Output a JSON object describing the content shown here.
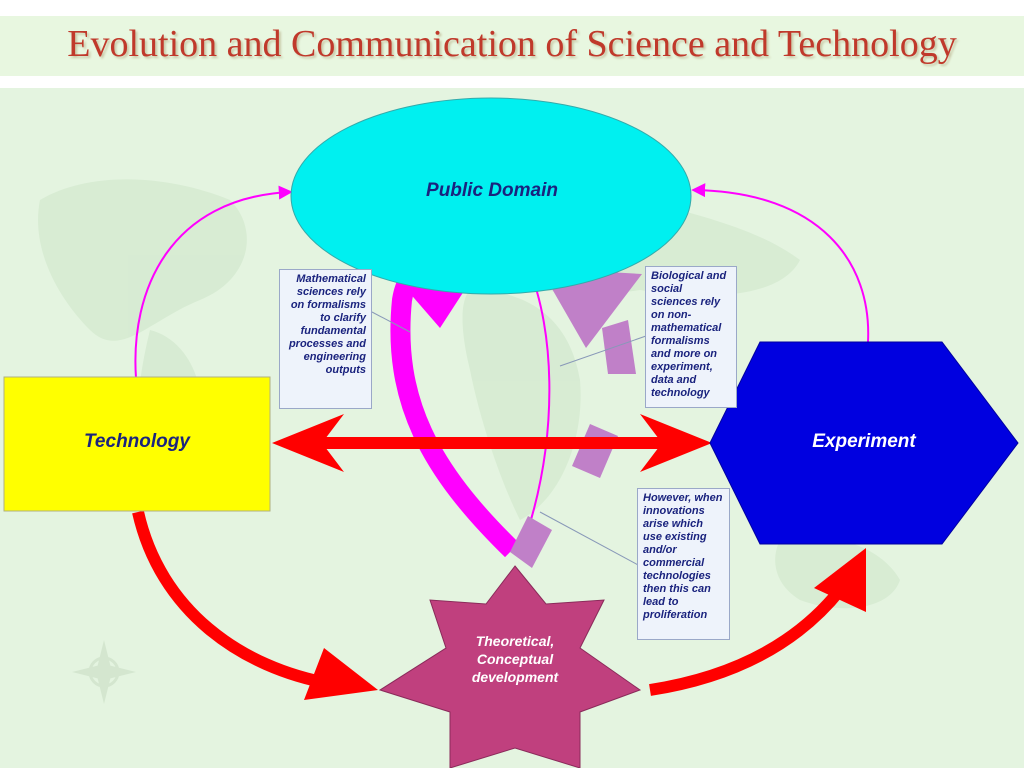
{
  "slide": {
    "title": "Evolution and Communication of Science and Technology"
  },
  "nodes": {
    "public_domain": "Public Domain",
    "technology": "Technology",
    "experiment": "Experiment",
    "theory": "Theoretical, Conceptual development"
  },
  "notes": {
    "mathematical": "Mathematical sciences rely on formalisms to clarify fundamental processes and engineering outputs",
    "biological": "Biological and social sciences rely on non-mathematical formalisms and more on experiment, data and technology",
    "innovations": "However, when innovations arise which use existing and/or commercial technologies then this can lead to proliferation"
  },
  "colors": {
    "public_domain": "#00f0f0",
    "technology": "#ffff00",
    "experiment": "#0000e0",
    "theory": "#c0407e",
    "arrow_red": "#ff0000",
    "arrow_magenta": "#ff00ff",
    "arrow_violet": "#c080c8"
  }
}
